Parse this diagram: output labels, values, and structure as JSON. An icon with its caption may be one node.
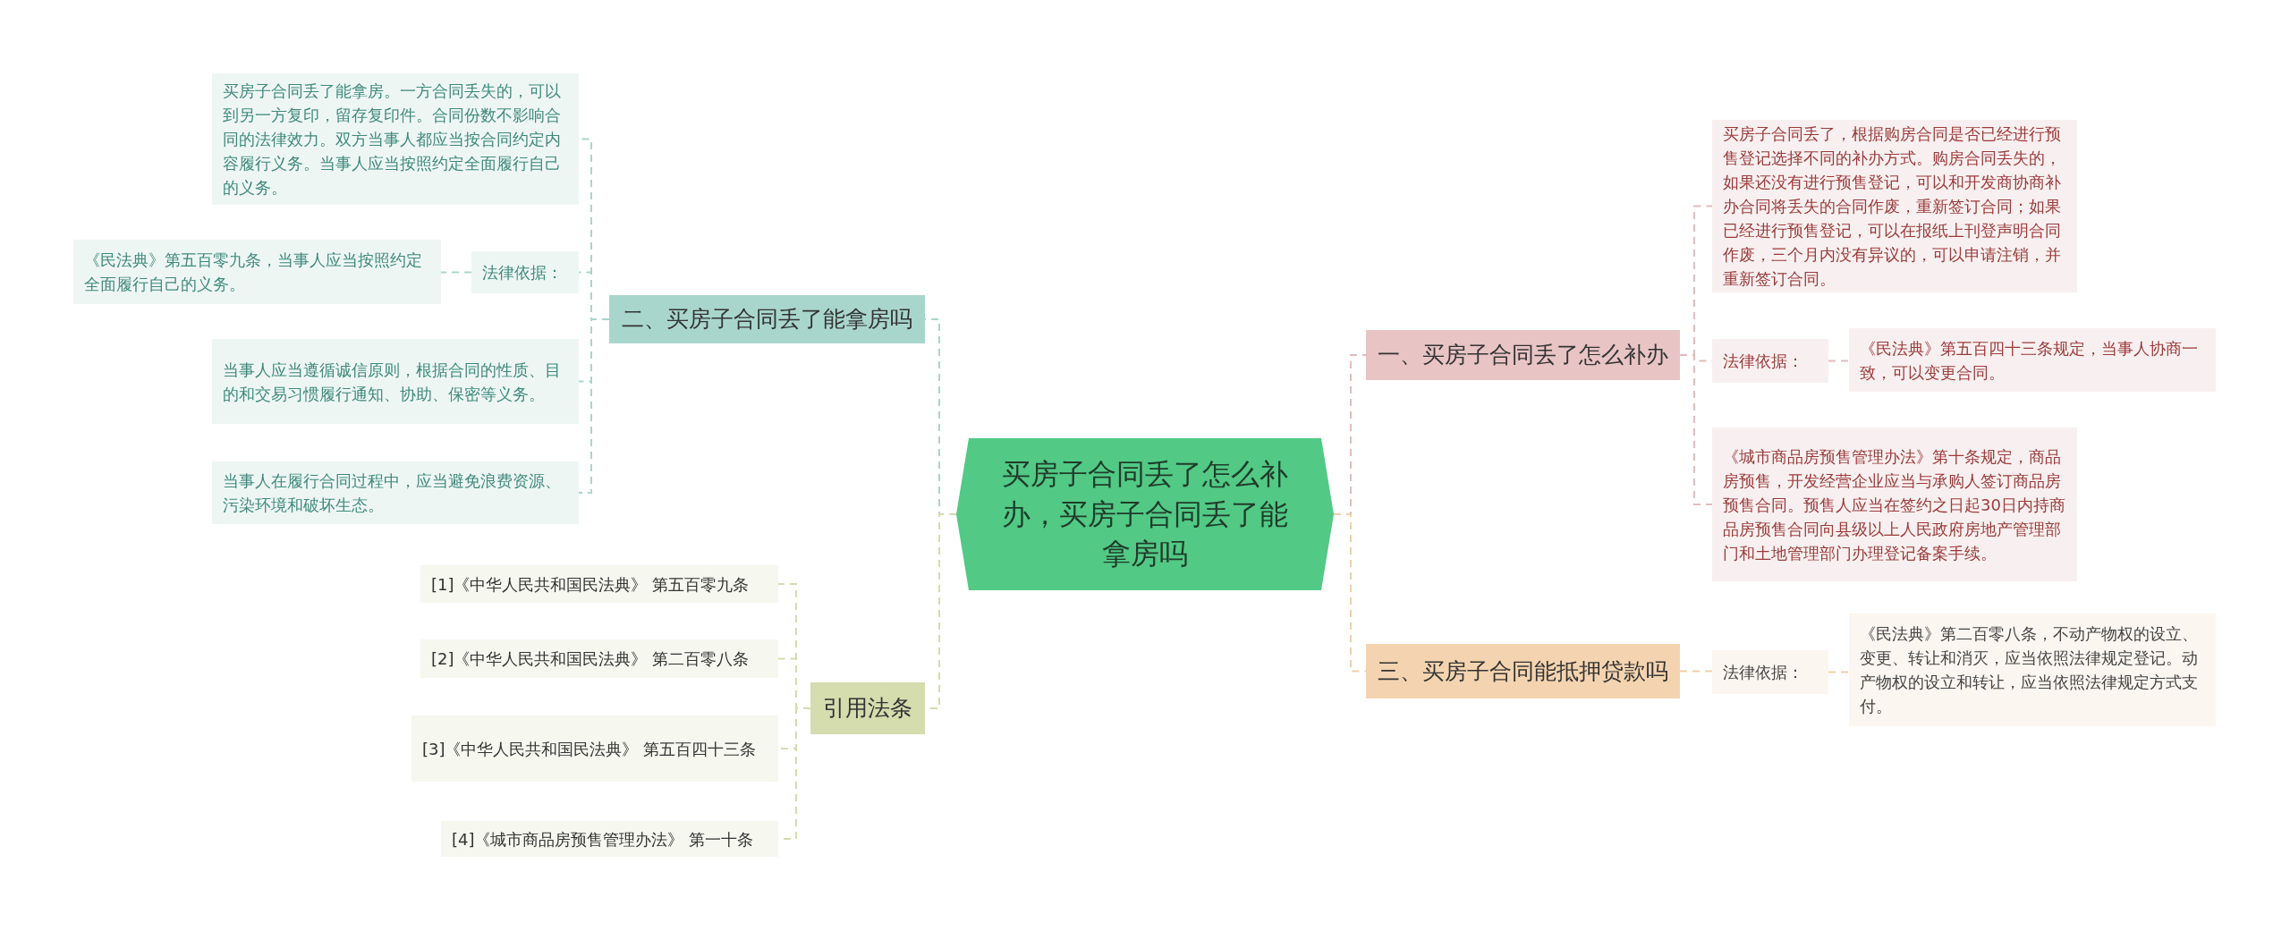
{
  "diagram": {
    "nodes": [
      {
        "text": [
          "买房子合同丢了怎么补办，买房子合同丢了能拿房吗"
        ]
      },
      {
        "text": [
          "二、买房子合同丢了能拿房吗"
        ]
      },
      {
        "text": [
          "买房子合同丢了能拿房。一方合同丢失的，可以到另一方复印，留存复印件。合同份数不影响合同的法律效力。双方当事人都应当按合同约定内容履行义务。当事人应当按照约定全面履行自己的义务。"
        ]
      },
      {
        "text": [
          "法律依据："
        ]
      },
      {
        "text": [
          "《民法典》第五百零九条，当事人应当按照约定全面履行自己的义务。"
        ]
      },
      {
        "text": [
          "当事人应当遵循诚信原则，根据合同的性质、目的和交易习惯履行通知、协助、保密等义务。"
        ]
      },
      {
        "text": [
          "当事人在履行合同过程中，应当避免浪费资源、污染环境和破坏生态。"
        ]
      },
      {
        "text": [
          "引用法条"
        ]
      },
      {
        "text": [
          "[1]《中华人民共和国民法典》 第五百零九条"
        ]
      },
      {
        "text": [
          "[2]《中华人民共和国民法典》 第二百零八条"
        ]
      },
      {
        "text": [
          "[3]《中华人民共和国民法典》 第五百四十三条"
        ]
      },
      {
        "text": [
          "[4]《城市商品房预售管理办法》 第一十条"
        ]
      },
      {
        "text": [
          "一、买房子合同丢了怎么补办"
        ]
      },
      {
        "text": [
          "买房子合同丢了，根据购房合同是否已经进行预售登记选择不同的补办方式。购房合同丢失的，如果还没有进行预售登记，可以和开发商协商补办合同将丢失的合同作废，重新签订合同；如果已经进行预售登记，可以在报纸上刊登声明合同作废，三个月内没有异议的，可以申请注销，并重新签订合同。"
        ]
      },
      {
        "text": [
          "法律依据："
        ]
      },
      {
        "text": [
          "《民法典》第五百四十三条规定，当事人协商一致，可以变更合同。"
        ]
      },
      {
        "text": [
          "《城市商品房预售管理办法》第十条规定，商品房预售，开发经营企业应当与承购人签订商品房预售合同。预售人应当在签约之日起30日内持商品房预售合同向县级以上人民政府房地产管理部门和土地管理部门办理登记备案手续。"
        ]
      },
      {
        "text": [
          "三、买房子合同能抵押贷款吗"
        ]
      },
      {
        "text": [
          "法律依据："
        ]
      },
      {
        "text": [
          "《民法典》第二百零八条，不动产物权的设立、变更、转让和消灭，应当依照法律规定登记。动产物权的设立和转让，应当依照法律规定方式支付。"
        ]
      }
    ],
    "edges": [
      {
        "from": 0,
        "to": 1,
        "arrow": "none",
        "color": "#a9d6cc"
      },
      {
        "from": 1,
        "to": 2,
        "arrow": "none",
        "color": "#a9d6cc"
      },
      {
        "from": 1,
        "to": 3,
        "arrow": "none",
        "color": "#a9d6cc"
      },
      {
        "from": 3,
        "to": 4,
        "arrow": "none",
        "color": "#a9d6cc"
      },
      {
        "from": 1,
        "to": 5,
        "arrow": "none",
        "color": "#a9d6cc"
      },
      {
        "from": 1,
        "to": 6,
        "arrow": "none",
        "color": "#a9d6cc"
      },
      {
        "from": 0,
        "to": 7,
        "arrow": "none",
        "color": "#d5dcae"
      },
      {
        "from": 7,
        "to": 8,
        "arrow": "none",
        "color": "#d5dcae"
      },
      {
        "from": 7,
        "to": 9,
        "arrow": "none",
        "color": "#d5dcae"
      },
      {
        "from": 7,
        "to": 10,
        "arrow": "none",
        "color": "#d5dcae"
      },
      {
        "from": 7,
        "to": 11,
        "arrow": "none",
        "color": "#d5dcae"
      },
      {
        "from": 0,
        "to": 12,
        "arrow": "none",
        "color": "#e3bcbc"
      },
      {
        "from": 12,
        "to": 13,
        "arrow": "none",
        "color": "#e3bcbc"
      },
      {
        "from": 12,
        "to": 14,
        "arrow": "none",
        "color": "#e3bcbc"
      },
      {
        "from": 14,
        "to": 15,
        "arrow": "none",
        "color": "#e3bcbc"
      },
      {
        "from": 12,
        "to": 16,
        "arrow": "none",
        "color": "#e3bcbc"
      },
      {
        "from": 0,
        "to": 17,
        "arrow": "none",
        "color": "#f1cfa8"
      },
      {
        "from": 17,
        "to": 18,
        "arrow": "none",
        "color": "#f1cfa8"
      },
      {
        "from": 18,
        "to": 19,
        "arrow": "none",
        "color": "#f1cfa8"
      }
    ]
  }
}
